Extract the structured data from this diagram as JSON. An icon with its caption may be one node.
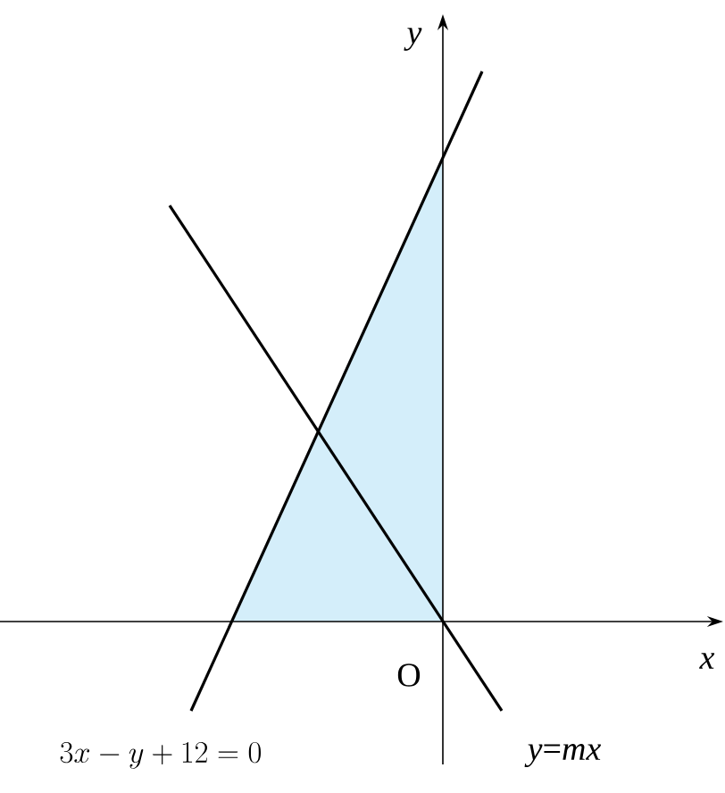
{
  "diagram": {
    "labels": [
      "*y*",
      "*x*",
      "O",
      "3x-y+12=0",
      "*y*=*mx*"
    ]
  }
}
